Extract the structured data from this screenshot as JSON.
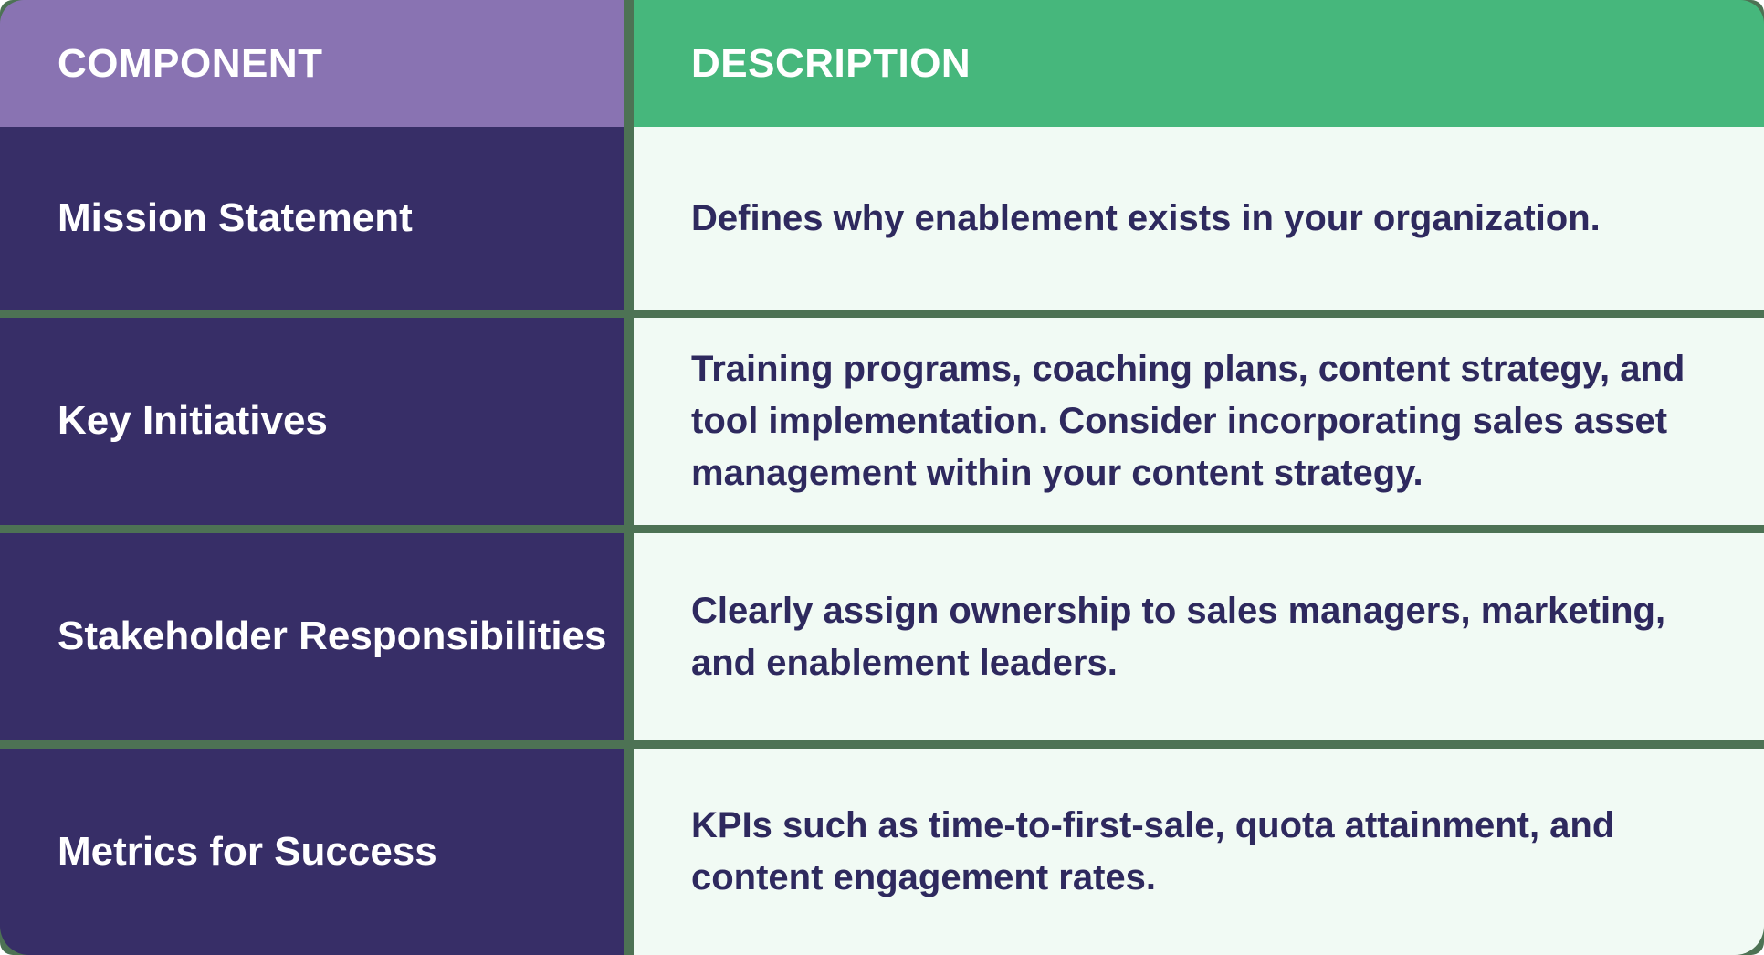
{
  "chart_data": {
    "type": "table",
    "columns": [
      "COMPONENT",
      "DESCRIPTION"
    ],
    "rows": [
      [
        "Mission Statement",
        "Defines why enablement exists in your organization."
      ],
      [
        "Key Initiatives",
        "Training programs, coaching plans, content strategy, and tool implementation. Consider incorporating sales asset management within your content strategy."
      ],
      [
        "Stakeholder Responsibilities",
        "Clearly assign ownership to sales managers, marketing, and enablement leaders."
      ],
      [
        "Metrics for Success",
        "KPIs such as time-to-first-sale, quota attainment, and content engagement rates."
      ]
    ],
    "layout": {
      "header_row": true,
      "gridlines": "thick green dividers between rows and columns",
      "legend": "none"
    }
  },
  "colors": {
    "header_component_bg": "#8973B2",
    "header_description_bg": "#46B77C",
    "component_cell_bg": "#372E67",
    "description_cell_bg": "#F1FAF4",
    "frame_divider": "#4D7254",
    "header_text": "#FFFFFF",
    "component_text": "#FFFFFF",
    "description_text": "#2E295E",
    "page_bg": "#FFFFFF"
  }
}
